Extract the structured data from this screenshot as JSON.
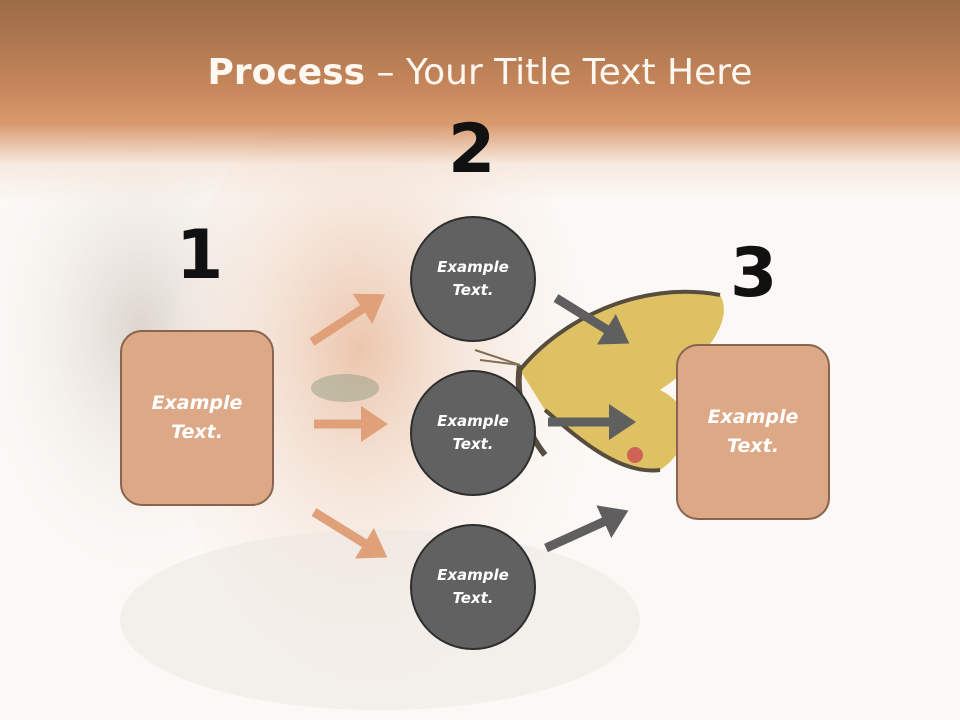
{
  "slide": {
    "title_bold": "Process",
    "title_rest": " – Your Title Text Here"
  },
  "steps": {
    "num1": "1",
    "num2": "2",
    "num3": "3"
  },
  "nodes": {
    "left_box": "Example\nText.",
    "right_box": "Example\nText.",
    "circle_top": "Example\nText.",
    "circle_mid": "Example\nText.",
    "circle_bottom": "Example\nText."
  },
  "colors": {
    "header": "#c8875c",
    "box_fill": "#dca886",
    "box_border": "#8a6450",
    "circle_fill": "#616161",
    "arrow_orange": "#e0a07a",
    "arrow_gray": "#5f5f5f"
  },
  "background_image": "woman-face-with-butterfly-photo"
}
